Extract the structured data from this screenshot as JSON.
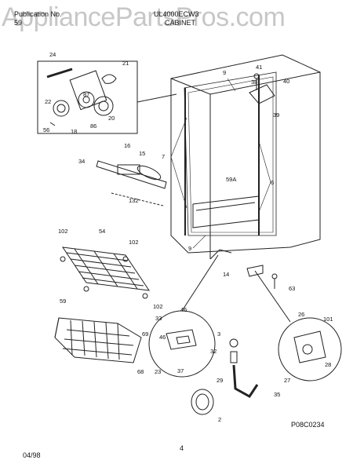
{
  "header": {
    "model": "UL4000ECW3",
    "pub_label": "Publication No.",
    "pub_number": "59",
    "section": "CABINET"
  },
  "watermark": "AppliancePartsPros.com",
  "footer": {
    "date": "04/98",
    "page": "4",
    "drawing_code": "P08C0234"
  },
  "callouts": [
    "24",
    "21",
    "87",
    "22",
    "20",
    "56",
    "18",
    "86",
    "16",
    "15",
    "34",
    "7",
    "132",
    "102",
    "54",
    "102",
    "59",
    "102",
    "46",
    "33",
    "46",
    "69",
    "37",
    "23",
    "68",
    "9",
    "41",
    "38",
    "40",
    "39",
    "59A",
    "6",
    "9",
    "14",
    "63",
    "3",
    "32",
    "29",
    "2",
    "35",
    "26",
    "101",
    "28",
    "27"
  ]
}
